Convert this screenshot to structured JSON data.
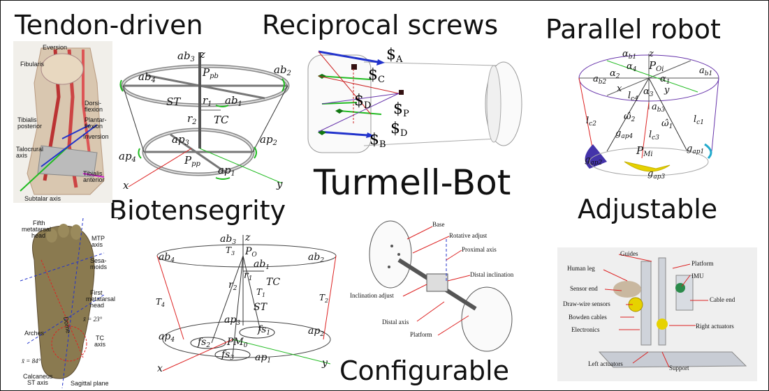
{
  "headings": {
    "tendon": "Tendon-driven",
    "reciprocal": "Reciprocal screws",
    "parallel": "Parallel robot",
    "turmell": "Turmell-Bot",
    "biotensegrity": "Biotensegrity",
    "adjustable": "Adjustable",
    "configurable": "Configurable"
  },
  "foot_labels": {
    "eversion": "Eversion",
    "fibularis": "Fibularis",
    "dorsi": "Dorsi-",
    "flexion": "flexion",
    "plantar": "Plantar-",
    "flexion2": "flexion",
    "inversion": "Inversion",
    "tibialis_posterior_1": "Tibialis",
    "tibialis_posterior_2": "posterior",
    "talocrural_1": "Talocrural",
    "talocrural_2": "axis",
    "tibialis_anterior_1": "Tibialis",
    "tibialis_anterior_2": "anterior",
    "subtalar": "Subtalar axis"
  },
  "tendon_diagram": {
    "ab3": "ab",
    "ab3_sub": "3",
    "z": "z",
    "ab2": "ab",
    "ab2_sub": "2",
    "ab4": "ab",
    "ab4_sub": "4",
    "ab1": "ab",
    "ab1_sub": "1",
    "p_pb": "P",
    "p_pb_sub": "pb",
    "st": "ST",
    "r1": "r",
    "r1_sub": "1",
    "r2": "r",
    "r2_sub": "2",
    "tc": "TC",
    "ap3": "ap",
    "ap3_sub": "3",
    "ap2": "ap",
    "ap2_sub": "2",
    "ap4": "ap",
    "ap4_sub": "4",
    "ap1": "ap",
    "ap1_sub": "1",
    "p_pp": "P",
    "p_pp_sub": "pp",
    "x": "x",
    "y": "y"
  },
  "screws": {
    "a": "$",
    "a_sub": "A",
    "c": "$",
    "c_sub": "C",
    "d1": "$",
    "d1_sub": "D",
    "p": "$",
    "p_sub": "P",
    "d2": "$",
    "d2_sub": "D",
    "b": "$",
    "b_sub": "B"
  },
  "parallel_labels": {
    "ab1_top": "α",
    "z": "z",
    "alpha4": "α",
    "alpha2": "α",
    "p_oi": "P",
    "p_oi_sub": "Oi",
    "ab1": "a",
    "ab1_sub": "b1",
    "ab2": "a",
    "ab2_sub": "b2",
    "alpha1": "α",
    "x": "x",
    "lc4": "l",
    "lc4_sub": "c4",
    "alpha3": "α",
    "y": "y",
    "ab3": "a",
    "ab3_sub": "b3",
    "omega2": "ω̂",
    "omega1": "ω̂",
    "lc2": "l",
    "lc2_sub": "c2",
    "lc1": "l",
    "lc1_sub": "c1",
    "gap4": "g",
    "gap4_sub": "ap4",
    "lc3": "l",
    "lc3_sub": "c3",
    "gap1": "g",
    "gap1_sub": "ap1",
    "p_mi": "P",
    "p_mi_sub": "Mi",
    "gap2": "g",
    "gap2_sub": "ap2",
    "gap3": "g",
    "gap3_sub": "ap3"
  },
  "sole_labels": {
    "fifth_1": "Fifth",
    "fifth_2": "metatarsal",
    "fifth_3": "head",
    "mtp_1": "MTP",
    "mtp_2": "axis",
    "sesa_1": "Sesa-",
    "sesa_2": "moids",
    "first_1": "First",
    "first_2": "metatarsal",
    "first_3": "head",
    "dome": "Dome",
    "arches": "Arches",
    "xbar1": "x̄ = 23°",
    "tc_1": "TC",
    "tc_2": "axis",
    "xbar2": "x̄ = 84°",
    "calc_1": "Calcaneus",
    "calc_2": "ST axis",
    "sagittal": "Sagittal plane"
  },
  "bio_labels": {
    "ab3": "ab",
    "ab3_sub": "3",
    "z": "z",
    "t3": "T",
    "t3_sub": "3",
    "p_o": "P",
    "p_o_sub": "O",
    "ab4": "ab",
    "ab4_sub": "4",
    "ab2": "ab",
    "ab2_sub": "2",
    "ab1": "ab",
    "ab1_sub": "1",
    "r1": "r",
    "r1_sub": "1",
    "r2": "r",
    "r2_sub": "2",
    "tc": "TC",
    "t1": "T",
    "t1_sub": "1",
    "t4": "T",
    "t4_sub": "4",
    "t2": "T",
    "t2_sub": "2",
    "st": "ST",
    "ap3": "ap",
    "ap3_sub": "3",
    "fs1": "fs",
    "fs1_sub": "1",
    "ap4": "ap",
    "ap4_sub": "4",
    "ap2": "ap",
    "ap2_sub": "2",
    "fs2": "fs",
    "fs2_sub": "2",
    "pm0": "PM",
    "pm0_sub": "0",
    "fs3": "fs",
    "fs3_sub": "3",
    "ap1": "ap",
    "ap1_sub": "1",
    "x": "x",
    "y": "y"
  },
  "config_labels": {
    "base": "Base",
    "rotative": "Rotative adjust",
    "proximal": "Proximal axis",
    "distal_incl": "Distal inclination",
    "incl_adjust": "Inclination adjust",
    "distal_axis": "Distal axis",
    "platform": "Platform"
  },
  "adjust_labels": {
    "guides": "Guides",
    "human_leg": "Human leg",
    "platform": "Platform",
    "imu": "IMU",
    "sensor_end": "Sensor end",
    "draw_wire": "Draw-wire sensors",
    "cable_end": "Cable end",
    "bowden": "Bowden cables",
    "right_act": "Right actuators",
    "electronics": "Electronics",
    "left_act": "Left actuators",
    "support": "Support"
  },
  "colors": {
    "accent_green": "#22bb22",
    "accent_red": "#dd2222",
    "accent_blue": "#2233cc",
    "ring_gray": "#888888",
    "yellow": "#e6d200",
    "purple": "#6633aa"
  }
}
